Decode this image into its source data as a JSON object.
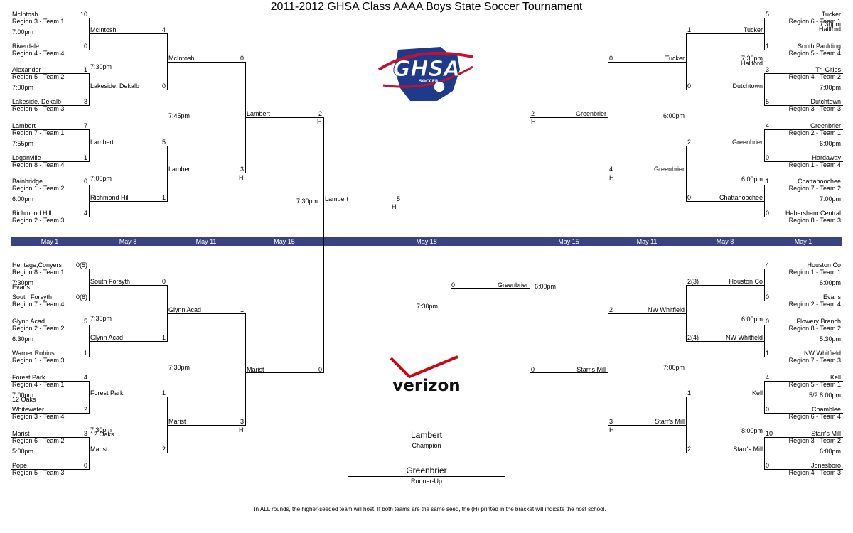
{
  "title": "2011-2012 GHSA Class AAAA Boys State Soccer Tournament",
  "dates": {
    "left": [
      "May 1",
      "May 8",
      "May 11",
      "May 15"
    ],
    "center": "May 18",
    "right": [
      "May 15",
      "May 11",
      "May 8",
      "May 1"
    ]
  },
  "first_round": {
    "top_left": [
      {
        "team1": "McIntosh",
        "seed1": "Region 3 - Team 1",
        "score1": "10",
        "team2": "Riverdale",
        "seed2": "Region 4 - Team 4",
        "score2": "0",
        "time": "7:00pm"
      },
      {
        "team1": "Alexander",
        "seed1": "Region 5 - Team 2",
        "score1": "1",
        "team2": "Lakeside, Dekalb",
        "seed2": "Region 6 - Team 3",
        "score2": "3",
        "time": "7:00pm"
      },
      {
        "team1": "Lambert",
        "seed1": "Region 7 - Team 1",
        "score1": "7",
        "team2": "Loganville",
        "seed2": "Region 8 - Team 4",
        "score2": "1",
        "time": "7:55pm"
      },
      {
        "team1": "Bainbridge",
        "seed1": "Region 1 - Team 2",
        "score1": "0",
        "team2": "Richmond Hill",
        "seed2": "Region 2 - Team 3",
        "score2": "4",
        "time": "6:00pm"
      }
    ],
    "bottom_left": [
      {
        "team1": "Heritage,Conyers",
        "seed1": "Region 8 - Team 1",
        "score1": "0(5)",
        "team2": "South Forsyth",
        "seed2": "Region 7 - Team 4",
        "score2": "0(6)",
        "time": "7:30pm",
        "venue": "Evans"
      },
      {
        "team1": "Glynn Acad",
        "seed1": "Region 2 - Team 2",
        "score1": "5",
        "team2": "Warner Robins",
        "seed2": "Region 1 - Team 3",
        "score2": "1",
        "time": "6:30pm"
      },
      {
        "team1": "Forest Park",
        "seed1": "Region 4 - Team 1",
        "score1": "4",
        "team2": "Whitewater",
        "seed2": "Region 3 - Team 4",
        "score2": "2",
        "time": "7:00pm",
        "venue": "12 Oaks"
      },
      {
        "team1": "Marist",
        "seed1": "Region 6 - Team 2",
        "score1": "3",
        "team2": "Pope",
        "seed2": "Region 5 - Team 3",
        "score2": "0",
        "time": "5:00pm"
      }
    ],
    "top_right": [
      {
        "team1": "Tucker",
        "seed1": "Region 6 - Team 1",
        "score1": "5",
        "team2": "South Paulding",
        "seed2": "Region 5 - Team 4",
        "score2": "1",
        "time": "7:30pm",
        "venue": "Hallford"
      },
      {
        "team1": "Tri-Cities",
        "seed1": "Region 4 - Team 2",
        "score1": "3",
        "team2": "Dutchtown",
        "seed2": "Region 3 - Team 3",
        "score2": "5",
        "time": "7:00pm"
      },
      {
        "team1": "Greenbrier",
        "seed1": "Region 2 - Team 1",
        "score1": "4",
        "team2": "Hardaway",
        "seed2": "Region 1 - Team 4",
        "score2": "0",
        "time": "6:00pm"
      },
      {
        "team1": "Chattahoochee",
        "seed1": "Region 7 - Team 2",
        "score1": "1",
        "team2": "Habersham Central",
        "seed2": "Region 8 - Team 3",
        "score2": "0",
        "time": "7:00pm"
      }
    ],
    "bottom_right": [
      {
        "team1": "Houston Co",
        "seed1": "Region 1 - Team 1",
        "score1": "4",
        "team2": "Evans",
        "seed2": "Region 2 - Team 4",
        "score2": "0",
        "time": "6:00pm"
      },
      {
        "team1": "Flowery Branch",
        "seed1": "Region 8 - Team 2",
        "score1": "0",
        "team2": "NW Whitfield",
        "seed2": "Region 7 - Team 3",
        "score2": "1",
        "time": "5:30pm"
      },
      {
        "team1": "Kell",
        "seed1": "Region 5 - Team 1",
        "score1": "4",
        "team2": "Chamblee",
        "seed2": "Region 6 - Team 4",
        "score2": "0",
        "time": "5/2 8:00pm"
      },
      {
        "team1": "Starr's Mill",
        "seed1": "Region 3 - Team 2",
        "score1": "10",
        "team2": "Jonesboro",
        "seed2": "Region 4 - Team 3",
        "score2": "0",
        "time": "6:00pm"
      }
    ]
  },
  "second_round": {
    "top_left": [
      {
        "team1": "McIntosh",
        "score1": "4",
        "team2": "Lakeside, Dekalb",
        "score2": "0",
        "time": "7:30pm"
      },
      {
        "team1": "Lambert",
        "score1": "5",
        "team2": "Richmond Hill",
        "score2": "1",
        "time": "7:00pm"
      }
    ],
    "bottom_left": [
      {
        "team1": "South Forsyth",
        "score1": "0",
        "team2": "Glynn Acad",
        "score2": "1",
        "time": "7:30pm"
      },
      {
        "team1": "Forest Park",
        "score1": "1",
        "team2": "Marist",
        "score2": "2",
        "time": "7:30pm",
        "venue": "12 Oaks"
      }
    ],
    "top_right": [
      {
        "team1": "Tucker",
        "score1": "1",
        "team2": "Dutchtown",
        "score2": "0",
        "time": "7:30pm",
        "venue": "Hallford"
      },
      {
        "team1": "Greenbrier",
        "score1": "2",
        "team2": "Chattahoochee",
        "score2": "0",
        "time": "6:00pm"
      }
    ],
    "bottom_right": [
      {
        "team1": "Houston Co",
        "score1": "2(3)",
        "team2": "NW Whitfield",
        "score2": "2(4)",
        "time": "6:00pm"
      },
      {
        "team1": "Kell",
        "score1": "1",
        "team2": "Starr's Mill",
        "score2": "2",
        "time": "8:00pm"
      }
    ]
  },
  "quarterfinals": {
    "top_left": {
      "team1": "McIntosh",
      "score1": "0",
      "team2": "Lambert",
      "score2": "3",
      "host2": "H",
      "time": "7:45pm"
    },
    "bottom_left": {
      "team1": "Glynn Acad",
      "score1": "1",
      "team2": "Marist",
      "score2": "3",
      "host2": "H",
      "time": "7:30pm"
    },
    "top_right": {
      "team1": "Tucker",
      "score1": "0",
      "team2": "Greenbrier",
      "score2": "4",
      "host2": "H",
      "time": "6:00pm"
    },
    "bottom_right": {
      "team1": "NW Whitfield",
      "score1": "2",
      "team2": "Starr's Mill",
      "score2": "3",
      "host2": "H",
      "time": "7:00pm"
    }
  },
  "semifinals": {
    "left": {
      "team1": "Lambert",
      "score1": "2",
      "host1": "H",
      "team2": "Marist",
      "score2": "0",
      "time": "7:30pm"
    },
    "right": {
      "team1": "Greenbrier",
      "score1": "2",
      "host1": "H",
      "team2": "Starr's Mill",
      "score2": "0",
      "time": "6:00pm"
    }
  },
  "final": {
    "left_team": "Lambert",
    "left_score": "5",
    "left_host": "H",
    "right_team": "Greenbrier",
    "right_score": "0",
    "time": "7:30pm"
  },
  "results": {
    "champion": "Lambert",
    "champion_label": "Champion",
    "runner_up": "Greenbrier",
    "runner_up_label": "Runner-Up"
  },
  "logos": {
    "ghsa_text": "GHSA",
    "ghsa_sub": "SOCCER",
    "verizon_text": "verizon"
  },
  "colors": {
    "date_bar": "#3b4280",
    "ghsa_blue": "#1f3a8a",
    "ghsa_red": "#c8102e",
    "verizon_red": "#cd040b"
  },
  "footnote": "In ALL rounds, the higher-seeded team will host.  If both teams are the same seed, the (H) printed in the bracket will indicate the host school."
}
